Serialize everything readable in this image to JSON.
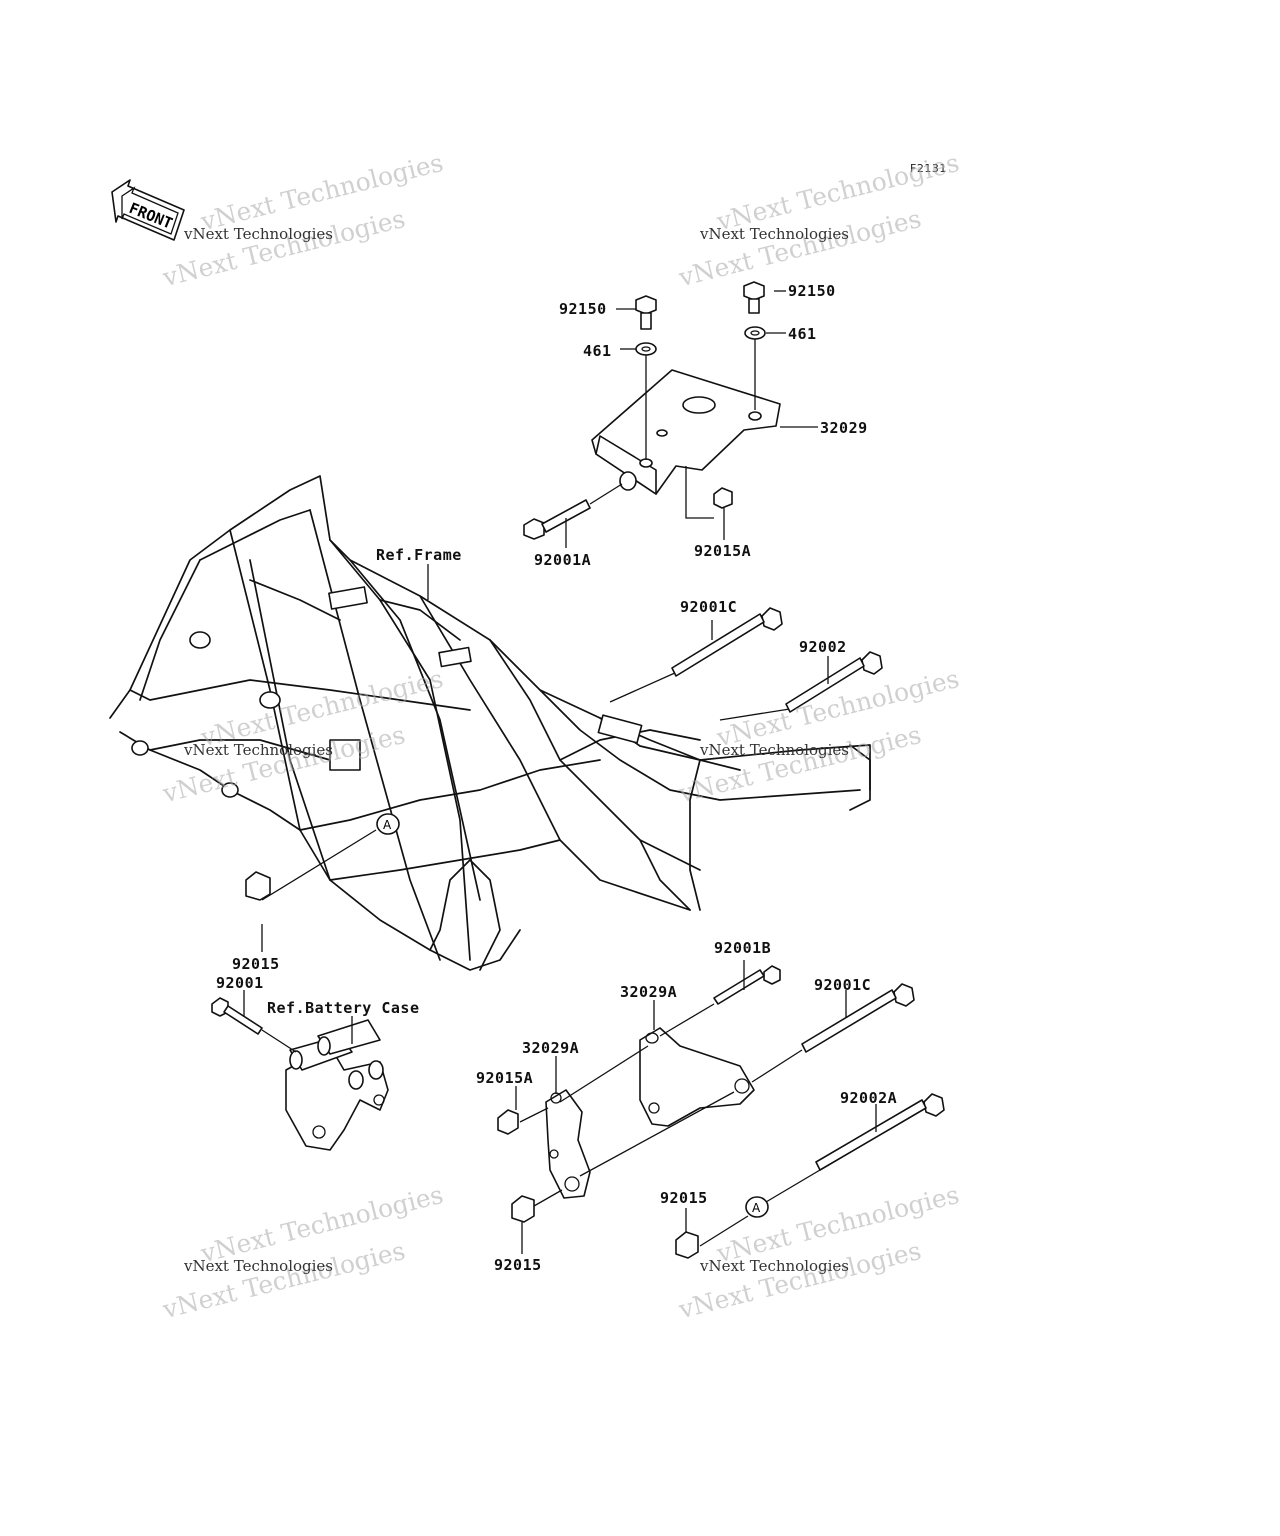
{
  "figure_code": "F2131",
  "front_arrow": {
    "text": "FRONT"
  },
  "watermark": {
    "big": "vNext Technologies",
    "small": "vNext Technologies"
  },
  "labels": {
    "bolt_92150_left": "92150",
    "bolt_92150_right": "92150",
    "washer_461_left": "461",
    "washer_461_right": "461",
    "bracket_32029": "32029",
    "bolt_92001A": "92001A",
    "nut_92015A_top": "92015A",
    "ref_frame": "Ref.Frame",
    "bolt_92001C_top": "92001C",
    "bolt_92002": "92002",
    "nut_92015_left": "92015",
    "bolt_92001": "92001",
    "ref_battery_case": "Ref.Battery Case",
    "bolt_92001B": "92001B",
    "bracket_32029A_upper": "32029A",
    "bracket_32029A_lower": "32029A",
    "bolt_92001C_bottom": "92001C",
    "nut_92015A_bottom": "92015A",
    "bolt_92002A": "92002A",
    "nut_92015_bottom_right": "92015",
    "nut_92015_bottom_mid": "92015"
  },
  "callouts": {
    "a_frame": "A",
    "a_bottom": "A"
  }
}
